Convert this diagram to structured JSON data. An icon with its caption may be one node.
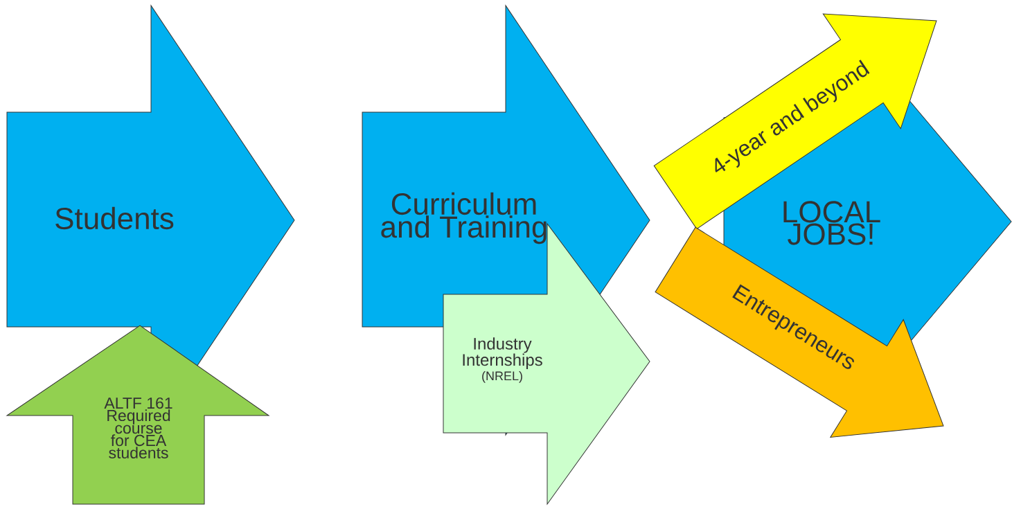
{
  "diagram": {
    "nodes": [
      {
        "text": [
          "Students"
        ]
      },
      {
        "text": [
          "ALTF 161 Required course for CEA students"
        ]
      },
      {
        "text": [
          "Curriculum and Training"
        ]
      },
      {
        "text": [
          "Industry Internships",
          "(NREL)"
        ]
      },
      {
        "text": [
          "LOCAL JOBS!"
        ]
      },
      {
        "text": [
          "4-year and beyond"
        ]
      },
      {
        "text": [
          "Entrepreneurs"
        ]
      }
    ]
  }
}
